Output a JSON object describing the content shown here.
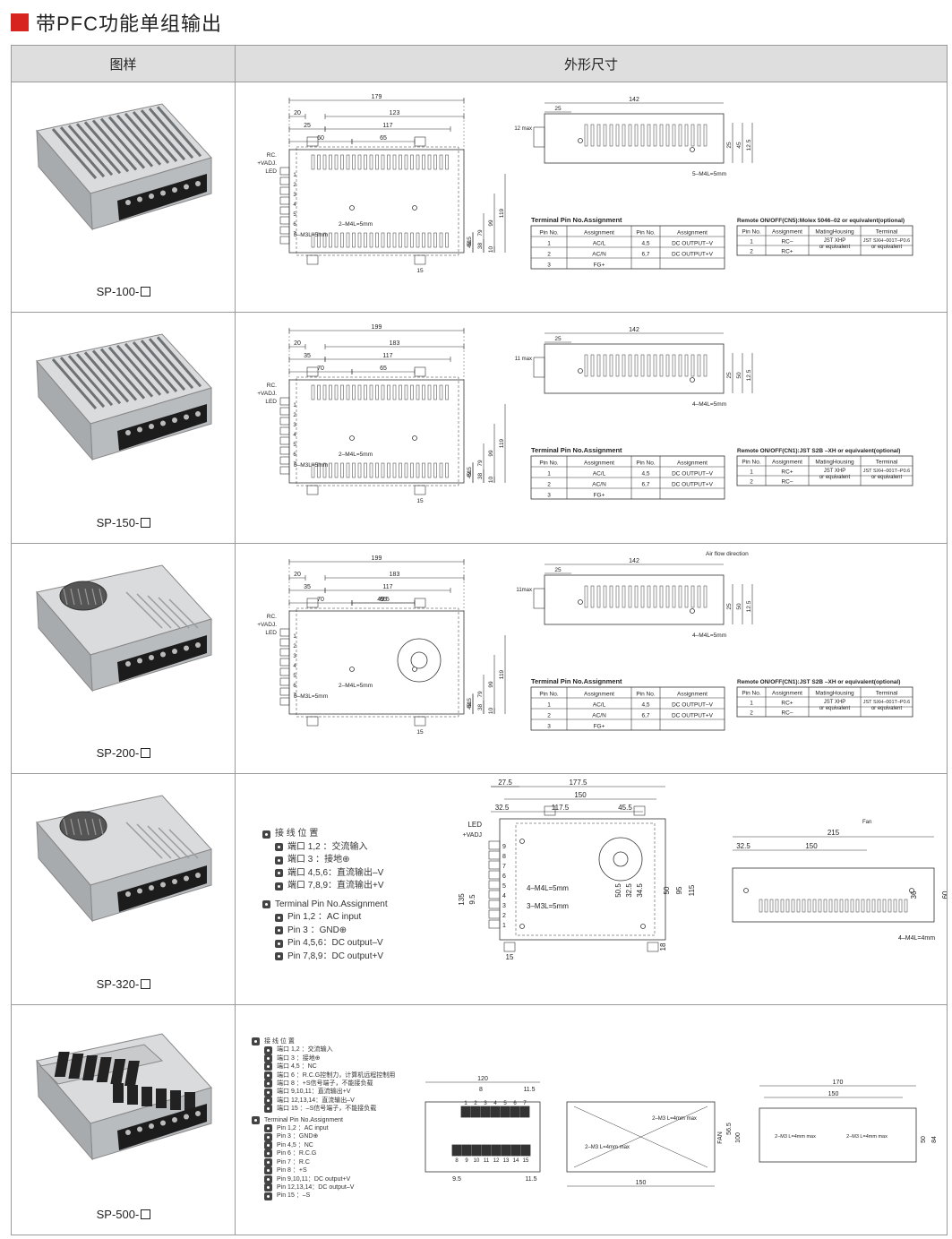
{
  "title": "带PFC功能单组输出",
  "colors": {
    "accent": "#d8241f",
    "header_bg": "#dedede",
    "border": "#9a9a9a"
  },
  "headers": {
    "image": "图样",
    "dimensions": "外形尺寸"
  },
  "products": [
    {
      "model": "SP-100-",
      "photo": "power-supply-perforated",
      "dims": {
        "top": [
          "179",
          "20",
          "25",
          "123",
          "117",
          "60",
          "65"
        ],
        "side_len": "142",
        "side_a": "25",
        "max": "12 max",
        "right": [
          "51",
          "79",
          "99",
          "119",
          "48.5",
          "38",
          "10"
        ],
        "side_h": [
          "25",
          "45",
          "12.5"
        ],
        "hole_side": "5–M4L=5mm",
        "hole_a": "2–M4L=5mm",
        "hole_b": "5–M3L=5mm",
        "bottom": "15"
      },
      "left_labels": [
        "RC.",
        "+VADJ.",
        "LED"
      ],
      "terminal_title": "Terminal Pin No.Assignment",
      "terminal_head": [
        "Pin No.",
        "Assignment",
        "Pin No.",
        "Assignment"
      ],
      "terminal_rows": [
        [
          "1",
          "AC/L",
          "4,5",
          "DC OUTPUT–V"
        ],
        [
          "2",
          "AC/N",
          "6,7",
          "DC OUTPUT+V"
        ],
        [
          "3",
          "FG+",
          "",
          ""
        ]
      ],
      "remote_title": "Remote ON/OFF(CN5):Molex 5046–02 or equivalent(optional)",
      "remote_head": [
        "Pin No.",
        "Assignment",
        "MatingHousing",
        "Terminal"
      ],
      "remote_rows": [
        [
          "1",
          "RC–"
        ],
        [
          "2",
          "RC+"
        ]
      ],
      "remote_mating": "JST XHP or equivalent",
      "remote_terminal": "JST SXH–001T–P0.6 or equivalent"
    },
    {
      "model": "SP-150-",
      "photo": "power-supply-perforated",
      "dims": {
        "top": [
          "199",
          "20",
          "35",
          "183",
          "117",
          "70",
          "65"
        ],
        "side_len": "142",
        "side_a": "25",
        "max": "11 max",
        "right": [
          "51",
          "79",
          "99",
          "119",
          "49.5",
          "38",
          "10"
        ],
        "side_h": [
          "25",
          "50",
          "12.5"
        ],
        "hole_side": "4–M4L=5mm",
        "hole_a": "2–M4L=5mm",
        "hole_b": "5–M3L=5mm",
        "bottom": "15"
      },
      "left_labels": [
        "RC.",
        "+VADJ.",
        "LED"
      ],
      "terminal_title": "Terminal Pin No.Assignment",
      "terminal_head": [
        "Pin No.",
        "Assignment",
        "Pin No.",
        "Assignment"
      ],
      "terminal_rows": [
        [
          "1",
          "AC/L",
          "4,5",
          "DC OUTPUT–V"
        ],
        [
          "2",
          "AC/N",
          "6,7",
          "DC OUTPUT+V"
        ],
        [
          "3",
          "FG+",
          "",
          ""
        ]
      ],
      "remote_title": "Remote ON/OFF(CN1):JST S2B –XH or equivalent(optional)",
      "remote_head": [
        "Pin No.",
        "Assignment",
        "MatingHousing",
        "Terminal"
      ],
      "remote_rows": [
        [
          "1",
          "RC+"
        ],
        [
          "2",
          "RC–"
        ]
      ],
      "remote_mating": "JST XHP or equivalent",
      "remote_terminal": "JST SXH–001T–P0.6 or equivalent"
    },
    {
      "model": "SP-200-",
      "photo": "power-supply-fan",
      "dims": {
        "top": [
          "199",
          "20",
          "35",
          "183",
          "117",
          "70",
          "65",
          "49.5"
        ],
        "side_len": "142",
        "side_a": "25",
        "max": "11max",
        "right": [
          "51",
          "79",
          "99",
          "119",
          "48.5",
          "38",
          "10"
        ],
        "side_h": [
          "25",
          "50",
          "12.5"
        ],
        "hole_side": "4–M4L=5mm",
        "hole_a": "2–M4L=5mm",
        "hole_b": "5–M3L=5mm",
        "bottom": "15",
        "air": "Air flow direction"
      },
      "left_labels": [
        "RC.",
        "+VADJ.",
        "LED"
      ],
      "terminal_title": "Terminal Pin No.Assignment",
      "terminal_head": [
        "Pin No.",
        "Assignment",
        "Pin No.",
        "Assignment"
      ],
      "terminal_rows": [
        [
          "1",
          "AC/L",
          "4,5",
          "DC OUTPUT–V"
        ],
        [
          "2",
          "AC/N",
          "6,7",
          "DC OUTPUT+V"
        ],
        [
          "3",
          "FG+",
          "",
          ""
        ]
      ],
      "remote_title": "Remote ON/OFF(CN1):JST S2B –XH or equivalent(optional)",
      "remote_head": [
        "Pin No.",
        "Assignment",
        "MatingHousing",
        "Terminal"
      ],
      "remote_rows": [
        [
          "1",
          "RC+"
        ],
        [
          "2",
          "RC–"
        ]
      ],
      "remote_mating": "JST XHP or equivalent",
      "remote_terminal": "JST SXH–001T–P0.6 or equivalent"
    },
    {
      "model": "SP-320-",
      "photo": "power-supply-fan",
      "notes_cn_title": "接 线 位 置",
      "notes_cn": [
        "端口  1,2  ：交流输入",
        "端口    3   ：接地⊕",
        "端口 4,5,6：直流输出–V",
        "端口 7,8,9：直流输出+V"
      ],
      "notes_en_title": "Terminal Pin No.Assignment",
      "notes_en": [
        "Pin    1,2  ：AC input",
        "Pin      3   ：GND⊕",
        "Pin 4,5,6：DC output–V",
        "Pin 7,8,9：DC output+V"
      ],
      "dims": {
        "top": [
          "27.5",
          "177.5",
          "150",
          "32.5",
          "117.5",
          "45.5"
        ],
        "left": [
          "135",
          "9.5",
          "LED",
          "+VADJ"
        ],
        "right": [
          "50",
          "95",
          "115",
          "50.5",
          "32.5",
          "34.5"
        ],
        "holes": [
          "4–M4L=5mm",
          "3–M3L=5mm"
        ],
        "bottom": [
          "15",
          "18"
        ],
        "side": [
          "215",
          "32.5",
          "150",
          "36",
          "60"
        ],
        "fan": "Fan",
        "hole_side": "4–M4L=4mm"
      }
    },
    {
      "model": "SP-500-",
      "photo": "power-supply-dual",
      "notes_cn_title": "接 线 位 置",
      "notes_cn": [
        "端口    1,2   ：交流输入",
        "端口      3    ：接地⊕",
        "端口    4,5   ：NC",
        "端口      6    ：R.C.G控制力，计算机远程控制用",
        "端口      8    ：+S信号端子，不能接负载",
        "端口 9,10,11：直流输出+V",
        "端口 12,13,14：直流输出–V",
        "端口     15   ：–S信号端子，不能接负载"
      ],
      "notes_en_title": "Terminal Pin No.Assignment",
      "notes_en": [
        "Pin    1,2    ：AC input",
        "Pin      3     ：GND⊕",
        "Pin    4,5    ：NC",
        "Pin      6     ：R.C.G",
        "Pin      7     ：R.C",
        "Pin      8     ：+S",
        "Pin 9,10,11：DC output+V",
        "Pin 12,13,14：DC output–V",
        "Pin     15    ：–S"
      ],
      "dims": {
        "a": [
          "120",
          "8",
          "11.5",
          "9.5",
          "11.5"
        ],
        "b": [
          "150",
          "2–M3 L=4mm max",
          "2–M3 L=4mm max",
          "FAN",
          "56.5",
          "100"
        ],
        "c": [
          "170",
          "150",
          "2–M3 L=4mm max",
          "2–M3 L=4mm max",
          "50",
          "84"
        ]
      }
    }
  ]
}
